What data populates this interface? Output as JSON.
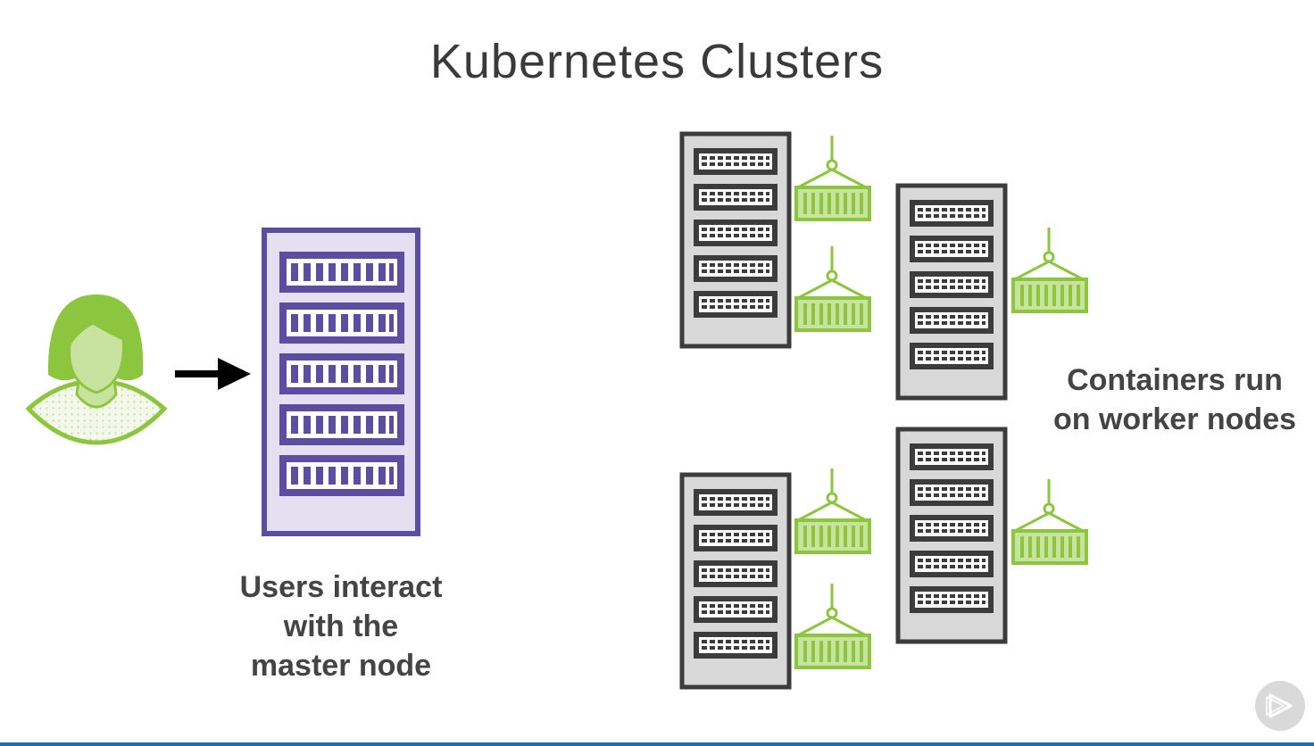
{
  "title": "Kubernetes Clusters",
  "captions": {
    "master": "Users interact\nwith the\nmaster node",
    "workers": "Containers run\non worker nodes"
  },
  "icons": {
    "user": "user-icon",
    "arrow": "arrow-right-icon",
    "master": "master-node-server-icon",
    "worker": "worker-node-server-icon",
    "container": "container-icon",
    "play": "play-button-icon"
  },
  "colors": {
    "user_green": "#8cc63f",
    "master_purple": "#5b4ea0",
    "worker_dark": "#3c3c3c",
    "container_green": "#8cc63f",
    "title_text": "#3a3a3a",
    "caption_text": "#444444"
  }
}
